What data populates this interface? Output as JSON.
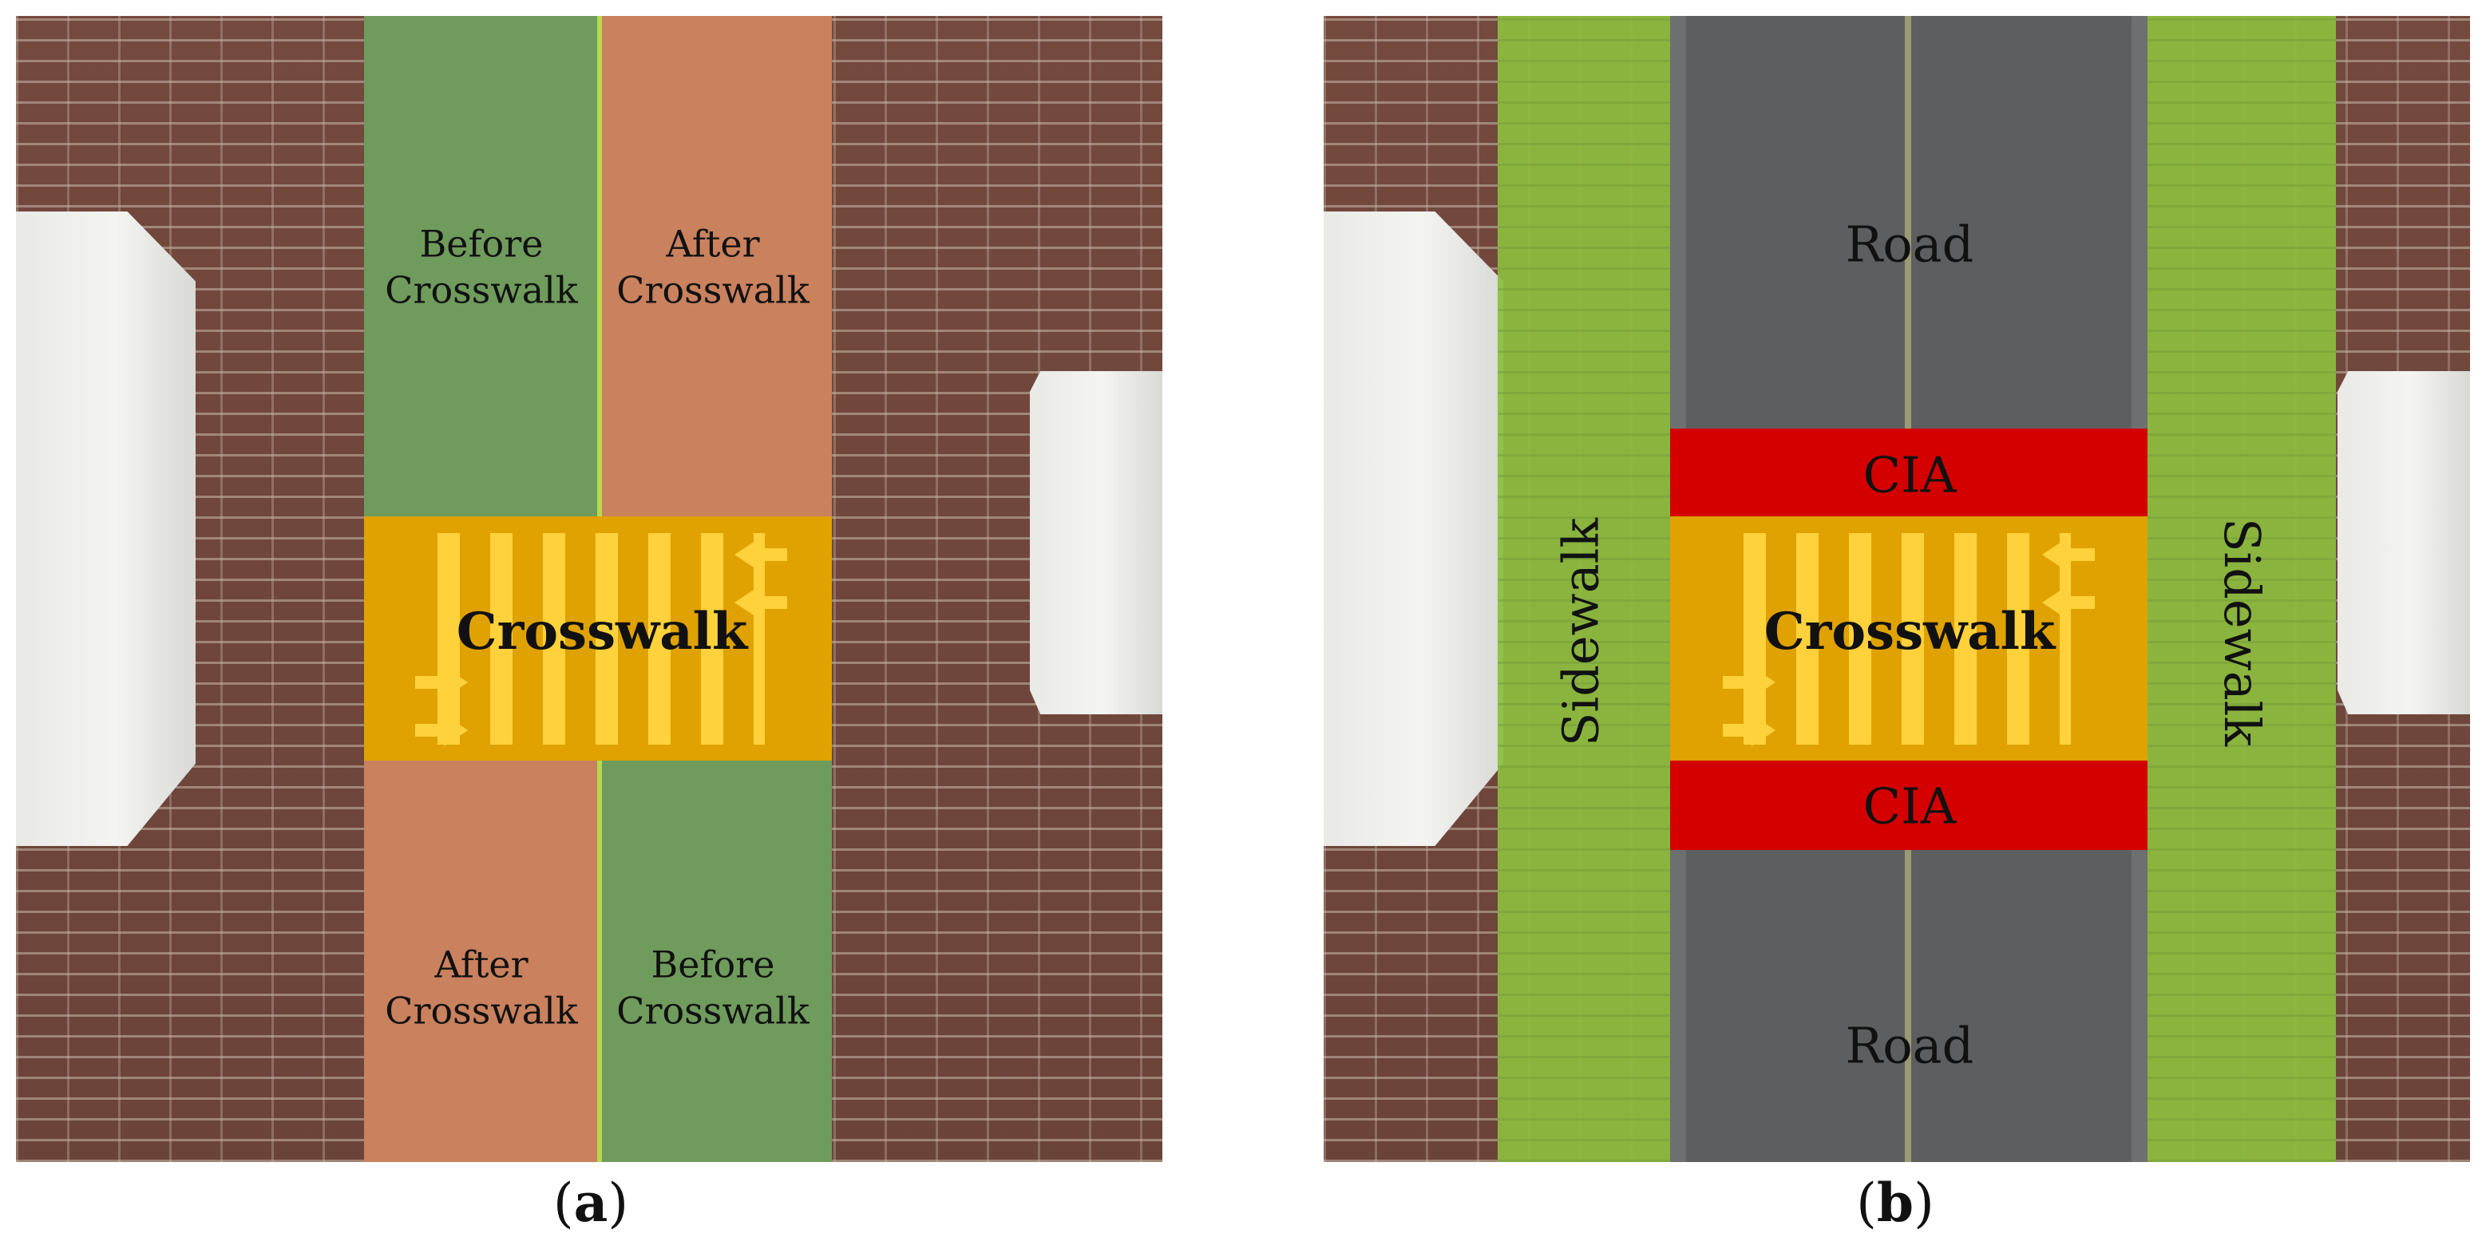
{
  "panels": {
    "a": {
      "label_before_top": [
        "Before",
        "Crosswalk"
      ],
      "label_after_top": [
        "After",
        "Crosswalk"
      ],
      "label_after_bottom": [
        "After",
        "Crosswalk"
      ],
      "label_before_bottom": [
        "Before",
        "Crosswalk"
      ],
      "label_crosswalk": "Crosswalk",
      "caption_letter": "a"
    },
    "b": {
      "label_road_top": "Road",
      "label_road_bottom": "Road",
      "label_cia_top": "CIA",
      "label_cia_bottom": "CIA",
      "label_crosswalk": "Crosswalk",
      "label_sidewalk_left": "Sidewalk",
      "label_sidewalk_right": "Sidewalk",
      "caption_letter": "b"
    }
  },
  "colors": {
    "before_zone": "#6f9b5c",
    "after_zone": "#c9815e",
    "crosswalk_zone": "#e0a200",
    "cia_zone": "#d40000",
    "sidewalk": "#8dbe3f",
    "road": "#5d5e5f",
    "stripe": "#ffd23c"
  }
}
